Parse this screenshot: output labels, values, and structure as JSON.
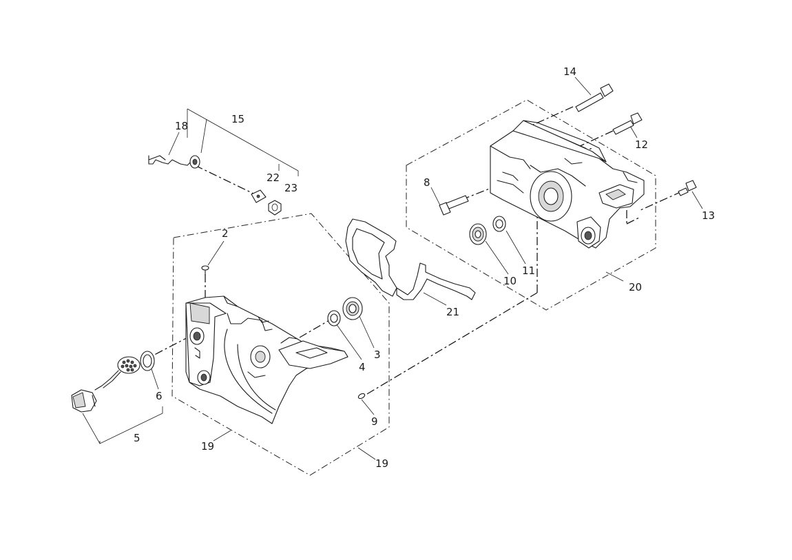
{
  "labels": {
    "l2": "2",
    "l3": "3",
    "l4": "4",
    "l5": "5",
    "l6": "6",
    "l8": "8",
    "l9": "9",
    "l10": "10",
    "l11": "11",
    "l12": "12",
    "l13": "13",
    "l14": "14",
    "l15": "15",
    "l18": "18",
    "l19a": "19",
    "l19b": "19",
    "l20": "20",
    "l21": "21",
    "l22": "22",
    "l23": "23"
  }
}
